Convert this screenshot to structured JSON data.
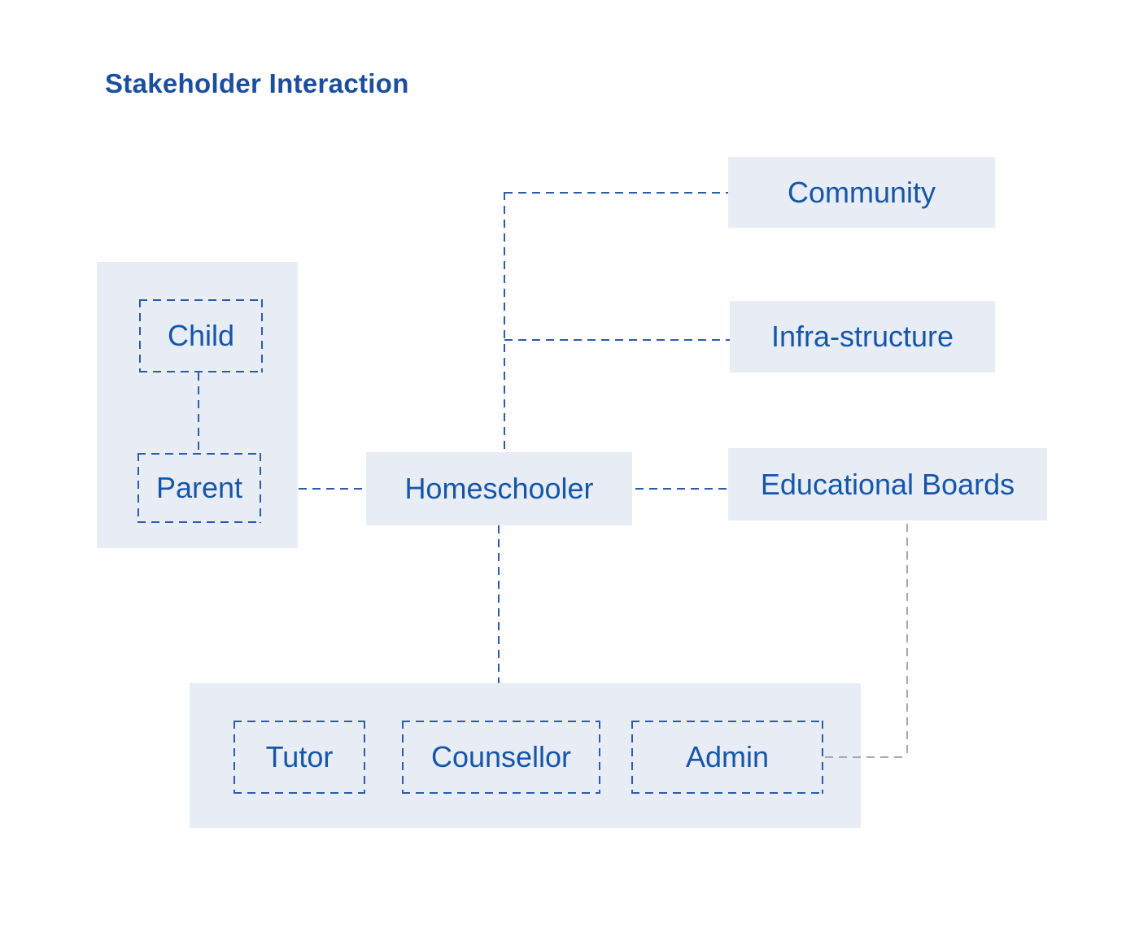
{
  "title": "Stakeholder Interaction",
  "colors": {
    "title": "#1B4EA0",
    "node_text": "#1656A8",
    "node_fill": "#E8EDF5",
    "dash_blue": "#2C5BAB",
    "dash_gray": "#A6A9AE",
    "background": "#FFFFFF"
  },
  "nodes": {
    "homeschooler": {
      "label": "Homeschooler"
    },
    "community": {
      "label": "Community"
    },
    "infrastructure": {
      "label": "Infra-structure"
    },
    "educational_boards": {
      "label": "Educational Boards"
    },
    "child": {
      "label": "Child"
    },
    "parent": {
      "label": "Parent"
    },
    "tutor": {
      "label": "Tutor"
    },
    "counsellor": {
      "label": "Counsellor"
    },
    "admin": {
      "label": "Admin"
    }
  },
  "edges": [
    {
      "from": "child",
      "to": "parent",
      "style": "dashed-blue"
    },
    {
      "from": "parent",
      "to": "homeschooler",
      "style": "dashed-blue"
    },
    {
      "from": "homeschooler",
      "to": "community",
      "style": "dashed-blue"
    },
    {
      "from": "homeschooler",
      "to": "infrastructure",
      "style": "dashed-blue"
    },
    {
      "from": "homeschooler",
      "to": "educational_boards",
      "style": "dashed-blue"
    },
    {
      "from": "homeschooler",
      "to": "staff_group",
      "style": "dashed-blue"
    },
    {
      "from": "educational_boards",
      "to": "admin",
      "style": "dashed-gray"
    }
  ]
}
